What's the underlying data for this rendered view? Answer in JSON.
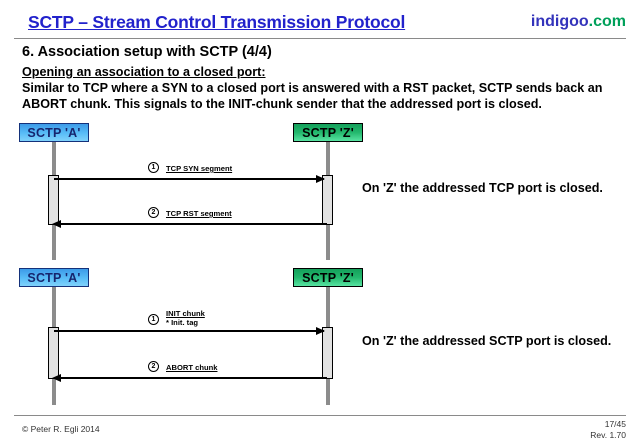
{
  "header": {
    "title": "SCTP – Stream Control Transmission Protocol",
    "brand_primary": "indigoo",
    "brand_suffix": ".com",
    "brand_primary_color": "#3333bb",
    "brand_suffix_color": "#00a05a",
    "title_color": "#2222cc"
  },
  "slide": {
    "title": "6. Association setup with SCTP (4/4)",
    "subtitle": "Opening an association to a closed port:",
    "paragraph": "Similar to TCP where a SYN to a closed port is answered with a RST packet, SCTP sends back an ABORT chunk. This signals to the INIT-chunk sender that the addressed port is closed."
  },
  "diagrams": [
    {
      "id": "tcp-closed-port",
      "left_node": {
        "label": "SCTP 'A'",
        "fill": "#59bdf7",
        "border": "#14317a",
        "text": "#16256e"
      },
      "right_node": {
        "label": "SCTP 'Z'",
        "fill": "#23b86d",
        "border": "#000000",
        "text": "#000000"
      },
      "messages": [
        {
          "number": "1",
          "label": "TCP SYN segment",
          "sublabel": "",
          "direction": "right"
        },
        {
          "number": "2",
          "label": "TCP RST segment",
          "sublabel": "",
          "direction": "left"
        }
      ],
      "annotation": "On 'Z' the addressed TCP port is closed."
    },
    {
      "id": "sctp-closed-port",
      "left_node": {
        "label": "SCTP 'A'",
        "fill": "#59bdf7",
        "border": "#14317a",
        "text": "#16256e"
      },
      "right_node": {
        "label": "SCTP 'Z'",
        "fill": "#23b86d",
        "border": "#000000",
        "text": "#000000"
      },
      "messages": [
        {
          "number": "1",
          "label": "INIT chunk",
          "sublabel": "* Init. tag",
          "direction": "right"
        },
        {
          "number": "2",
          "label": "ABORT chunk",
          "sublabel": "",
          "direction": "left"
        }
      ],
      "annotation": "On 'Z' the addressed SCTP port is closed."
    }
  ],
  "footer": {
    "copyright": "© Peter R. Egli 2014",
    "page": "17/45",
    "revision": "Rev. 1.70"
  }
}
